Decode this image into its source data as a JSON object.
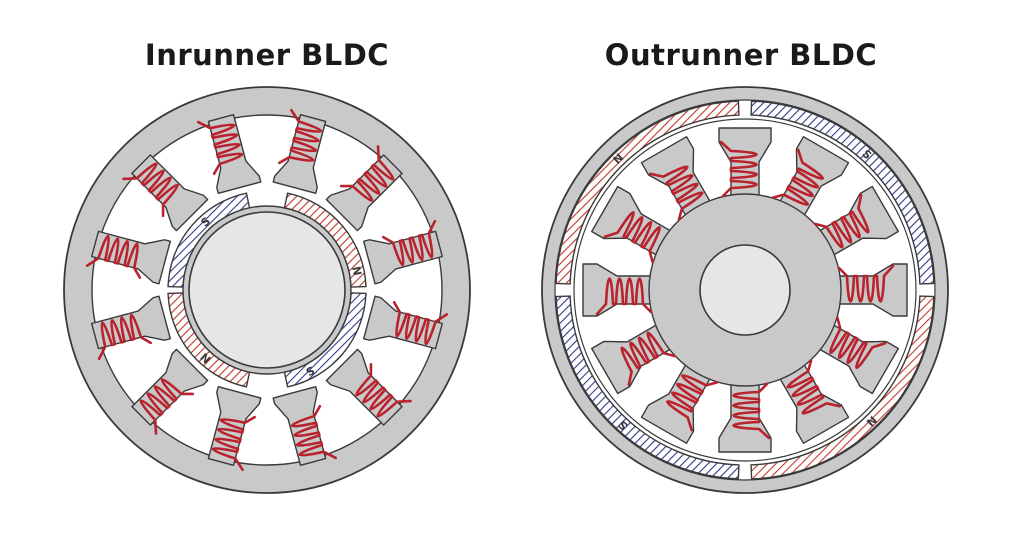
{
  "titles": {
    "left": "Inrunner BLDC",
    "right": "Outrunner BLDC"
  },
  "motors": [
    {
      "kind": "inrunner",
      "slots": 12,
      "magnets": [
        {
          "pole": "N",
          "color": "red"
        },
        {
          "pole": "S",
          "color": "blue"
        },
        {
          "pole": "N",
          "color": "red"
        },
        {
          "pole": "S",
          "color": "blue"
        }
      ]
    },
    {
      "kind": "outrunner",
      "slots": 12,
      "magnets": [
        {
          "pole": "N",
          "color": "red"
        },
        {
          "pole": "S",
          "color": "blue"
        },
        {
          "pole": "N",
          "color": "red"
        },
        {
          "pole": "S",
          "color": "blue"
        }
      ]
    }
  ],
  "colors": {
    "steel": "#c9c9c9",
    "shaft": "#e6e6e6",
    "outline": "#3a3a3a",
    "coil": "#b8232e",
    "magnet_red": "#c0392b",
    "magnet_blue": "#2e3a8c",
    "background": "#ffffff"
  }
}
